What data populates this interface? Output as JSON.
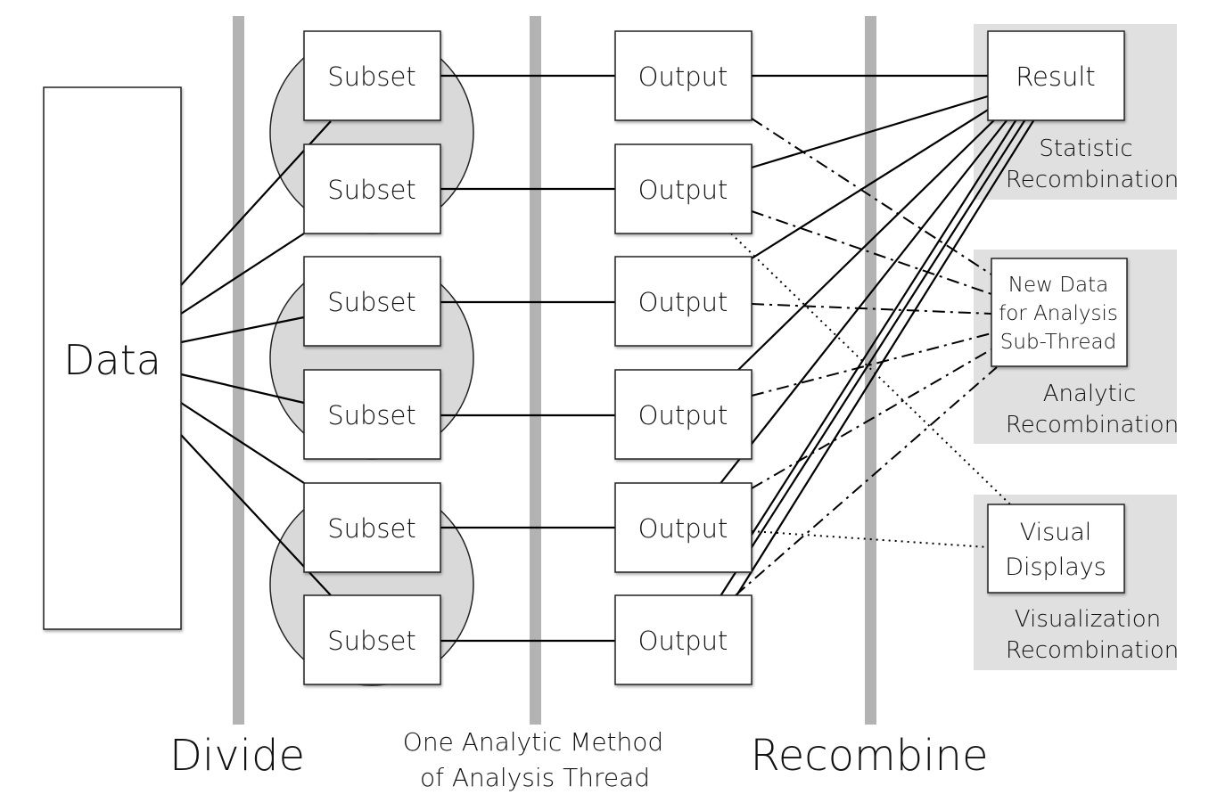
{
  "data_box": {
    "label": "Data"
  },
  "subsets": [
    {
      "label": "Subset"
    },
    {
      "label": "Subset"
    },
    {
      "label": "Subset"
    },
    {
      "label": "Subset"
    },
    {
      "label": "Subset"
    },
    {
      "label": "Subset"
    }
  ],
  "outputs": [
    {
      "label": "Output"
    },
    {
      "label": "Output"
    },
    {
      "label": "Output"
    },
    {
      "label": "Output"
    },
    {
      "label": "Output"
    },
    {
      "label": "Output"
    }
  ],
  "result": {
    "label": "Result"
  },
  "new_data": {
    "lines": [
      "New Data",
      "for Analysis",
      "Sub-Thread"
    ]
  },
  "visual": {
    "lines": [
      "Visual",
      "Displays"
    ]
  },
  "recombination_labels": {
    "statistic": [
      "Statistic",
      "Recombination"
    ],
    "analytic": [
      "Analytic",
      "Recombination"
    ],
    "visualization": [
      "Visualization",
      "Recombination"
    ]
  },
  "phases": {
    "divide": "Divide",
    "method": [
      "One Analytic Method",
      "of Analysis Thread"
    ],
    "recombine": "Recombine"
  },
  "colors": {
    "divider": "#b3b3b3",
    "panel": "#e0e0e0",
    "circle": "#d9d9d9",
    "box_border": "#222222",
    "line": "#000000"
  }
}
